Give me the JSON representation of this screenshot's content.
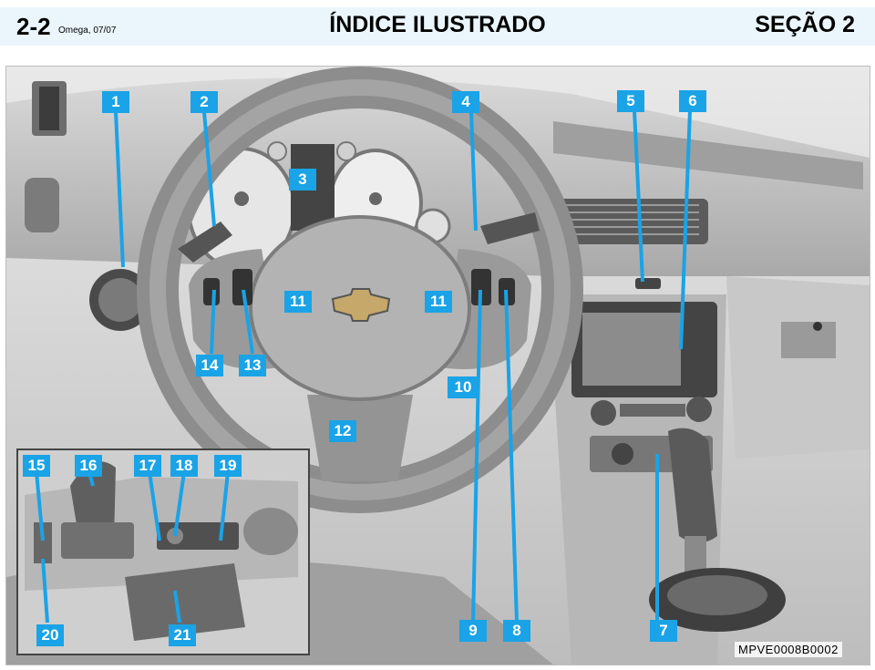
{
  "header": {
    "page_number": "2-2",
    "edition": "Omega, 07/07",
    "title": "ÍNDICE ILUSTRADO",
    "section": "SEÇÃO 2"
  },
  "figure": {
    "image_code": "MPVE0008B0002",
    "callouts": [
      "1",
      "2",
      "3",
      "4",
      "5",
      "6",
      "7",
      "8",
      "9",
      "10",
      "11",
      "11",
      "12",
      "13",
      "14",
      "15",
      "16",
      "17",
      "18",
      "19",
      "20",
      "21"
    ]
  },
  "colors": {
    "header_band": "#eaf6fb",
    "callout_fill": "#1aa3e6",
    "leader_line": "#1aa3e6"
  }
}
